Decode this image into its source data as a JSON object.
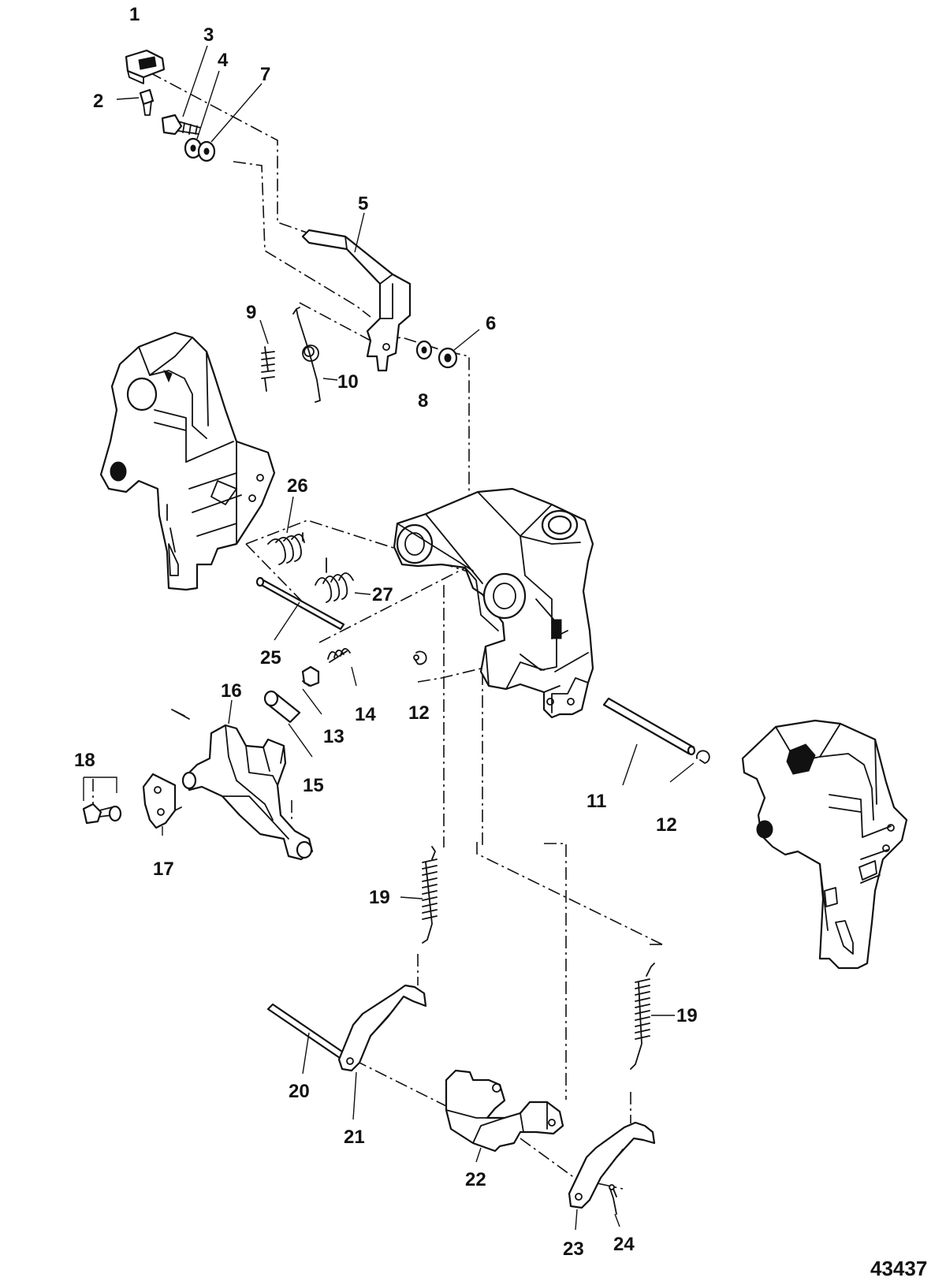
{
  "callouts": [
    {
      "id": "c1",
      "text": "1"
    },
    {
      "id": "c2",
      "text": "2"
    },
    {
      "id": "c3",
      "text": "3"
    },
    {
      "id": "c4",
      "text": "4"
    },
    {
      "id": "c5",
      "text": "5"
    },
    {
      "id": "c6",
      "text": "6"
    },
    {
      "id": "c7",
      "text": "7"
    },
    {
      "id": "c8",
      "text": "8"
    },
    {
      "id": "c9",
      "text": "9"
    },
    {
      "id": "c10",
      "text": "10"
    },
    {
      "id": "c11",
      "text": "11"
    },
    {
      "id": "c12a",
      "text": "12"
    },
    {
      "id": "c12b",
      "text": "12"
    },
    {
      "id": "c13",
      "text": "13"
    },
    {
      "id": "c14",
      "text": "14"
    },
    {
      "id": "c15",
      "text": "15"
    },
    {
      "id": "c16",
      "text": "16"
    },
    {
      "id": "c17",
      "text": "17"
    },
    {
      "id": "c18",
      "text": "18"
    },
    {
      "id": "c19a",
      "text": "19"
    },
    {
      "id": "c19b",
      "text": "19"
    },
    {
      "id": "c20",
      "text": "20"
    },
    {
      "id": "c21",
      "text": "21"
    },
    {
      "id": "c22",
      "text": "22"
    },
    {
      "id": "c23",
      "text": "23"
    },
    {
      "id": "c24",
      "text": "24"
    },
    {
      "id": "c25",
      "text": "25"
    },
    {
      "id": "c26",
      "text": "26"
    },
    {
      "id": "c27",
      "text": "27"
    }
  ],
  "figure_number": "43437"
}
